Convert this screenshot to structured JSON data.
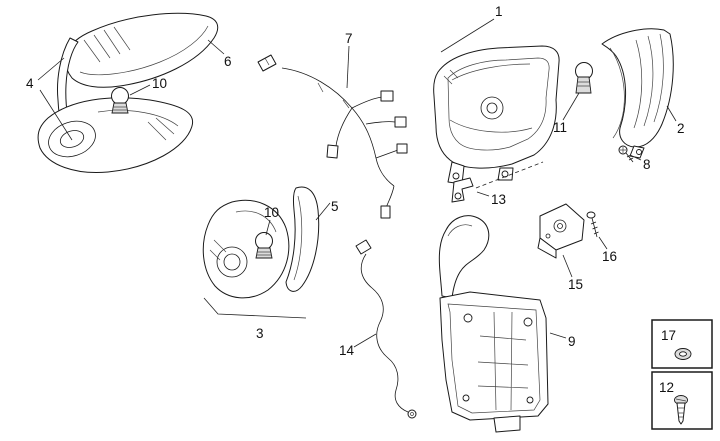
{
  "page": {
    "background": "#ffffff",
    "line_color": "#1a1a1a",
    "shade_color": "#dcdcdc",
    "kind": "exploded-parts-diagram"
  },
  "callouts": [
    {
      "id": "callout-1",
      "text": "1"
    },
    {
      "id": "callout-2",
      "text": "2"
    },
    {
      "id": "callout-3",
      "text": "3"
    },
    {
      "id": "callout-4",
      "text": "4"
    },
    {
      "id": "callout-5",
      "text": "5"
    },
    {
      "id": "callout-6",
      "text": "6"
    },
    {
      "id": "callout-7",
      "text": "7"
    },
    {
      "id": "callout-8",
      "text": "8"
    },
    {
      "id": "callout-9",
      "text": "9"
    },
    {
      "id": "callout-10a",
      "text": "10"
    },
    {
      "id": "callout-10b",
      "text": "10"
    },
    {
      "id": "callout-11",
      "text": "11"
    },
    {
      "id": "callout-13",
      "text": "13"
    },
    {
      "id": "callout-14",
      "text": "14"
    },
    {
      "id": "callout-15",
      "text": "15"
    },
    {
      "id": "callout-16",
      "text": "16"
    }
  ],
  "insets": [
    {
      "id": "inset-17",
      "text": "17",
      "icon": "washer-icon"
    },
    {
      "id": "inset-12",
      "text": "12",
      "icon": "screw-icon"
    }
  ]
}
